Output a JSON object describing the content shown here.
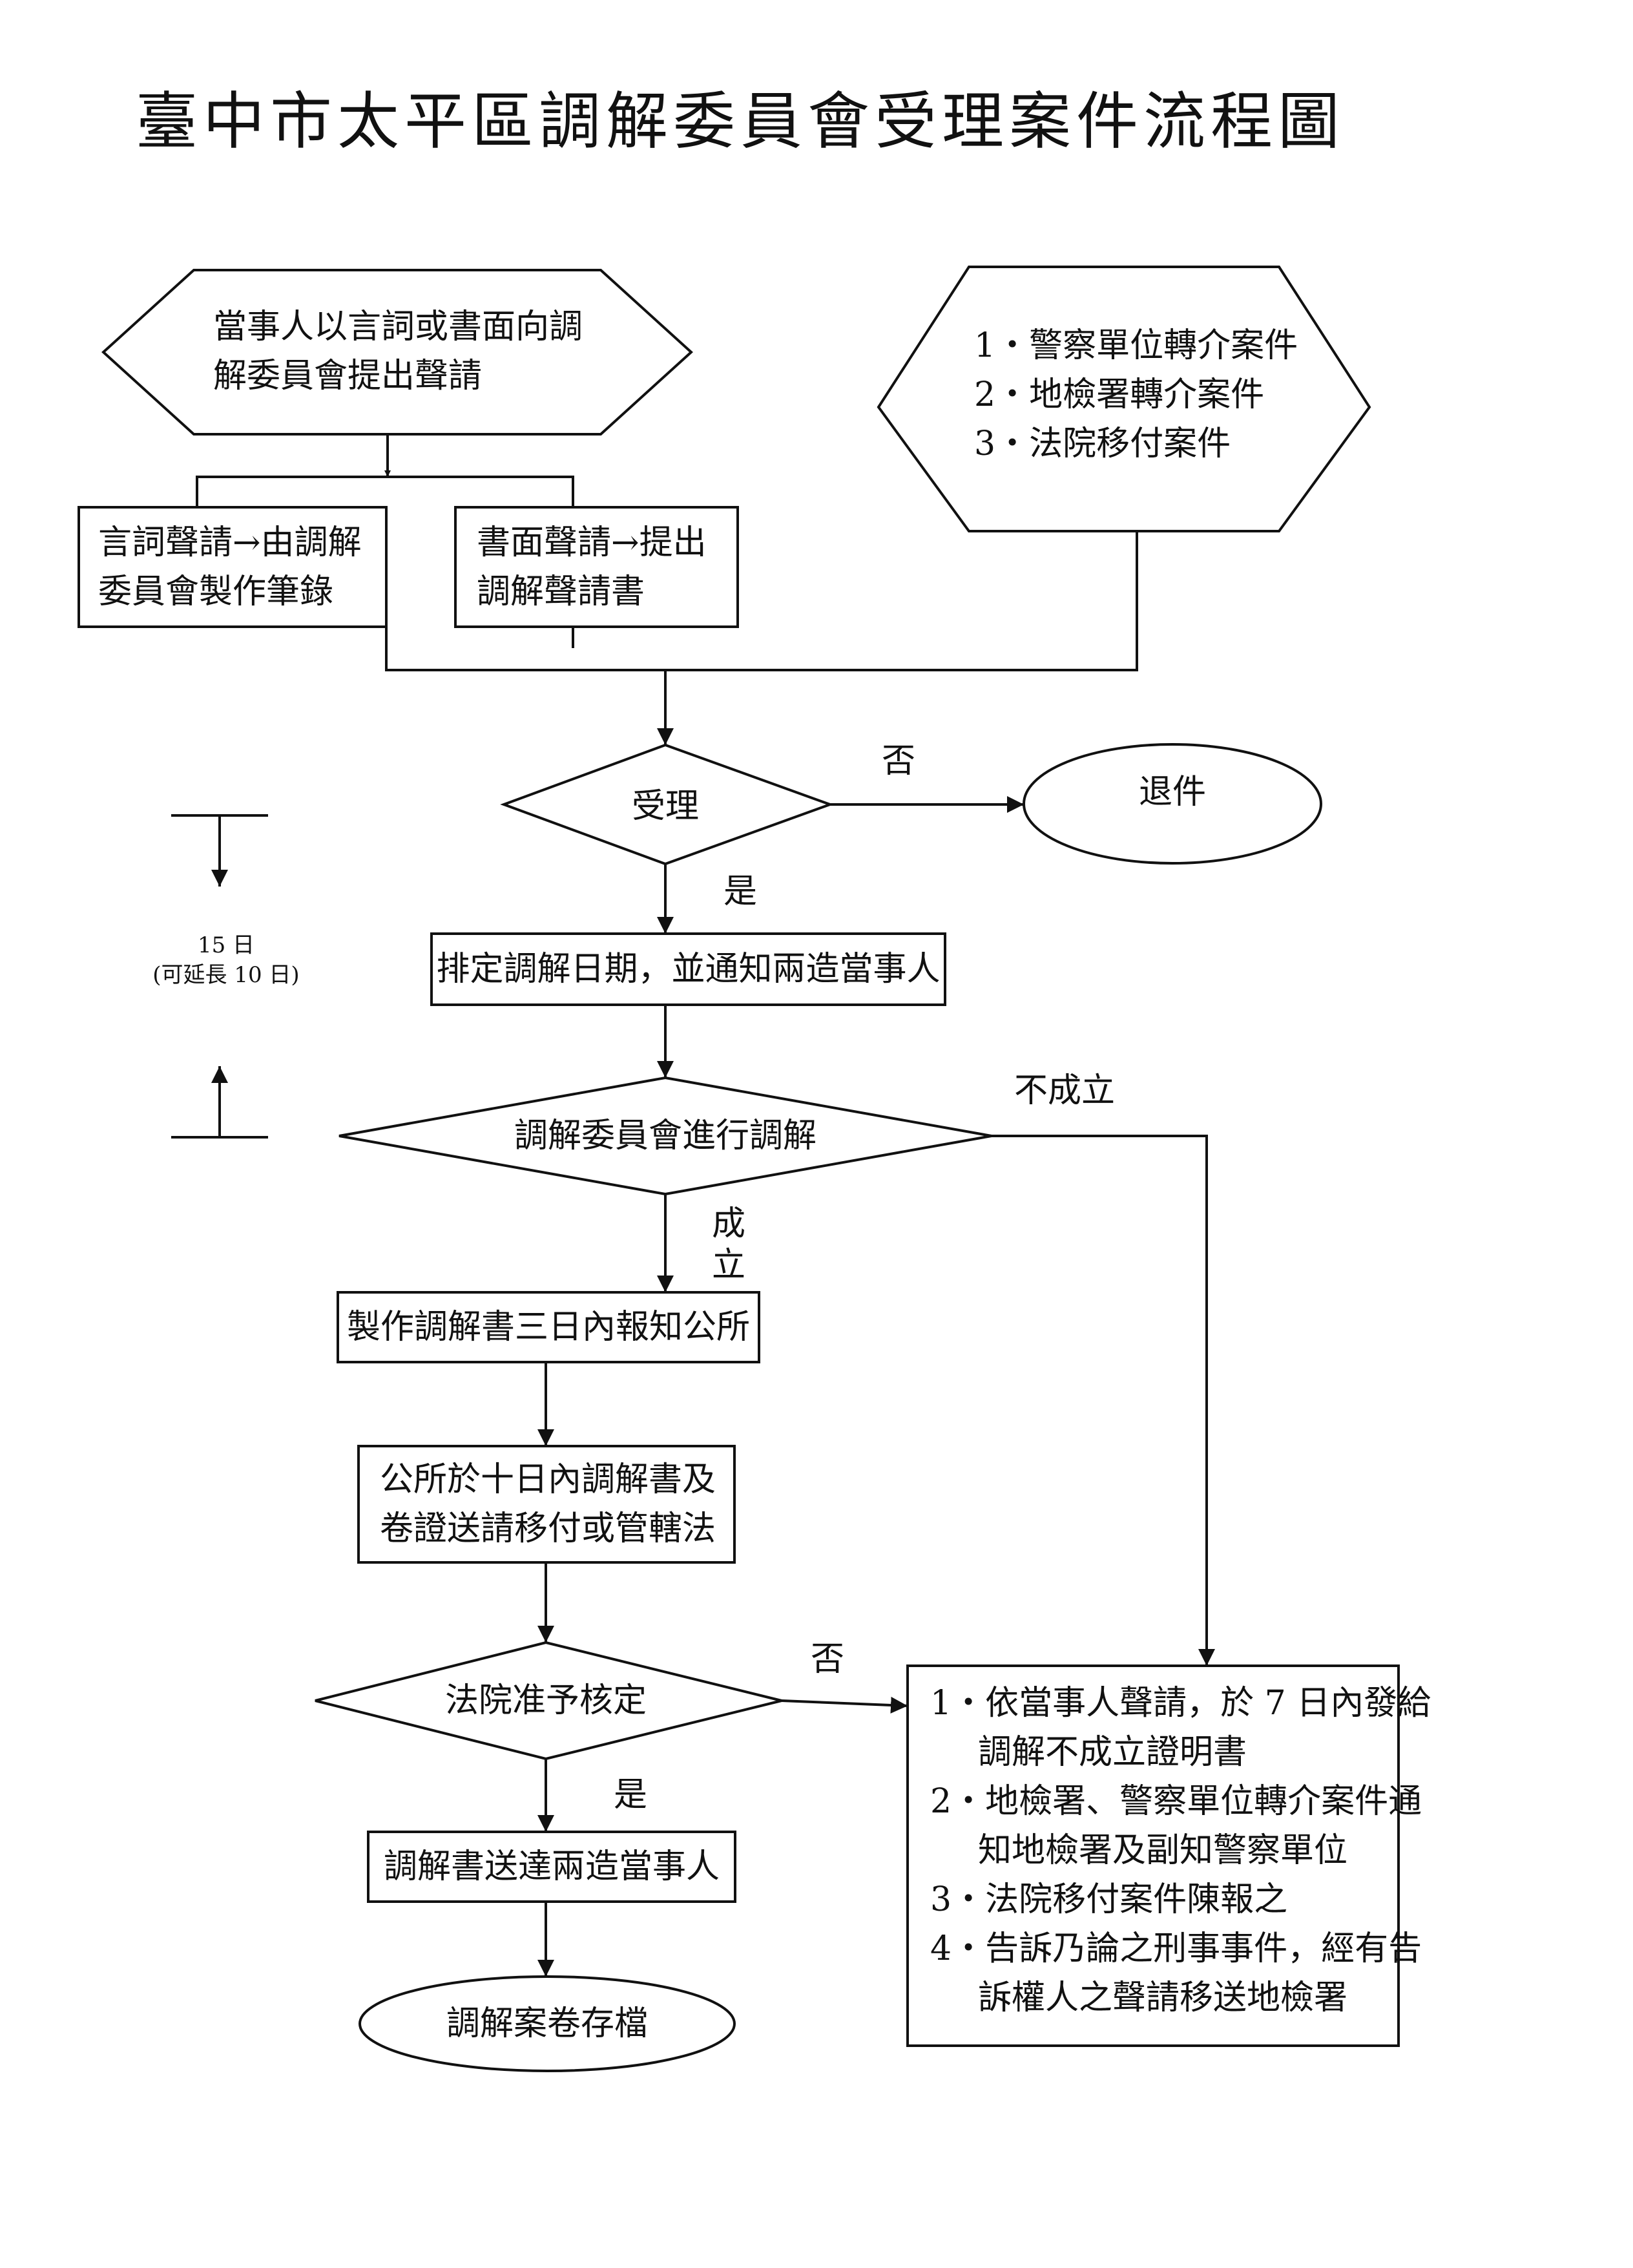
{
  "title": "臺中市太平區調解委員會受理案件流程圖",
  "nodes": {
    "apply": {
      "lines": [
        "當事人以言詞或書面向調",
        "解委員會提出聲請"
      ]
    },
    "referral": {
      "lines": [
        "1‧警察單位轉介案件",
        "2‧地檢署轉介案件",
        "3‧法院移付案件"
      ]
    },
    "oral": {
      "lines": [
        "言詞聲請→由調解",
        "委員會製作筆錄"
      ]
    },
    "written": {
      "lines": [
        "書面聲請→提出",
        "調解聲請書"
      ]
    },
    "accept": "受理",
    "return_case": "退件",
    "schedule": "排定調解日期，並通知兩造當事人",
    "mediate": "調解委員會進行調解",
    "make_doc": "製作調解書三日內報知公所",
    "office_send": {
      "lines": [
        "公所於十日內調解書及",
        "卷證送請移付或管轄法"
      ]
    },
    "court": "法院准予核定",
    "deliver": "調解書送達兩造當事人",
    "archive": "調解案卷存檔",
    "failure": {
      "items": [
        [
          "1‧依當事人聲請，於 7 日內發給",
          "調解不成立證明書"
        ],
        [
          "2‧地檢署、警察單位轉介案件通",
          "知地檢署及副知警察單位"
        ],
        [
          "3‧法院移付案件陳報之"
        ],
        [
          "4‧告訴乃論之刑事事件，經有告",
          "訴權人之聲請移送地檢署"
        ]
      ]
    }
  },
  "edge_labels": {
    "no_1": "否",
    "yes_1": "是",
    "fail": "不成立",
    "success": "成立",
    "no_2": "否",
    "yes_2": "是"
  },
  "timeline": {
    "days": "15 日",
    "extend": "(可延長 10 日)"
  }
}
